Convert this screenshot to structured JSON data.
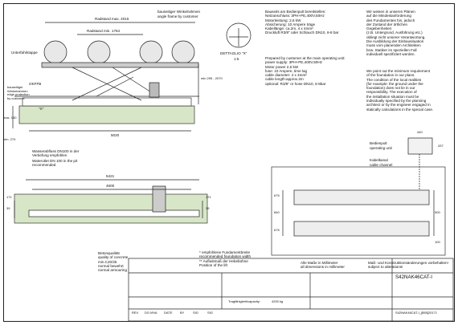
{
  "page": {
    "drawing_title": "DETTAGLIO \"X\"",
    "detail_scale": "1:5"
  },
  "top_view": {
    "wheelbase_max": "Radstand max. 4015",
    "wheelbase_min": "Radstand min. 1764",
    "frame_de": "bauseitiger Winkelrahmen",
    "frame_en": "angle frame by customer",
    "underride_flap": "Unterfahrklappe",
    "okffb": "OKFFB",
    "edge_frame": "bauseitiger\nWinkelrahmen\nedge protection\nby customer",
    "x_marker": "\"X\"",
    "depth_270": "min. 270",
    "depth_130": "max. 130",
    "len_5020": "5020",
    "h_2070": "min 295 - 2070",
    "drain_de": "Wasserabfluss DN100 in der\nVertiefung empfohlen",
    "drain_en": "Waterutlet DN 100 in the pit\nrecommended"
  },
  "specs_de": "Bauseits am Bedienpult bereitstellen:\nNetzanschluss: 3PH+PE,400V,50Hz\nMotorleistung: 2,6 kW\nAbsicherung: 10 Ampere träge\nKabellänge: ca.2m, 4 x 4mm²\nDruckluft R3/8\" oder Schlauch DN10, 6-8 bar",
  "specs_en": "Prepared by customer at the main operating unit:\npower supply: 3PH+PE,400V,50Hz\nMotor power 2,6 kW\nfuse: 10 Ampere, time lag\ncable diameter: 4 x 4mm²\ncable length:approx.2m\noptional: R3/8\" or hose DN10, 6-8bar",
  "notice_de": "Wir weisen in unseren Plänen\nauf die Mindestanforderung\ndes Fundamentes hin, jedoch\nder Zustand der örtlichen\nGegebenheiten\n(z.B. Untergrund, Ausführung etc.)\nobliegt nicht unserer Verantwortung.\nDie Ausbildung der Einbausituation\nmuss vom planenden Architekten\nbzw. Statiker im speziellen Fall\nindividuell spezifiziert werden.",
  "notice_en": "We point out the minimum requirement\nof the foundation in our plans.\nThe condition of the local realities\n(for example: the ground under the\nfoundation) does not lie in our\nresponsibility. The execution of\nthe installation situation must be\nindividually specified by the planning\narchitect or by the engineer engaged in\nstatically calculations in the special case.",
  "plan_view": {
    "dim_440": "440",
    "dim_437": "437",
    "operator_de": "Bedienpult",
    "operator_en": "operating unit",
    "cable_de": "Kabelkanal",
    "cable_en": "cable channel",
    "dim_675a": "675",
    "dim_840": "840",
    "dim_900": "900",
    "dim_675b": "675",
    "dim_100": "100"
  },
  "side_view": {
    "len_5421": "5421",
    "len_4600": "4600",
    "dim_171a": "171",
    "dim_171b": "171",
    "dim_39a": "39",
    "dim_39b": "39",
    "concrete": "Betonqualität\nquality of concrete\nmin.C20/25\nnormal bewehrt\nnormal armouring"
  },
  "footnotes": "* empfohlene Fundamentbreite\nrecommended foundation width\n** Auflastmaß der Hebebühne\nPosition of the lift",
  "units_note": "Alle Maße in Millimeter\nall dimensions in millimeter",
  "changes_note": "Maß- und Konstruktionsänderungen vorbehalten!\nsubject to alterations!",
  "title_block": {
    "drawing_number": "S42NAK46CAT-I",
    "capacity_label": "Tragfähigkeit/capacity:",
    "capacity_value": "4200 kg",
    "file_ref": "S42NAK46CAT-I_[858]20171",
    "cols": [
      "REV",
      "DO MVA",
      "DATE",
      "BY",
      "SIG",
      "SIG"
    ]
  }
}
